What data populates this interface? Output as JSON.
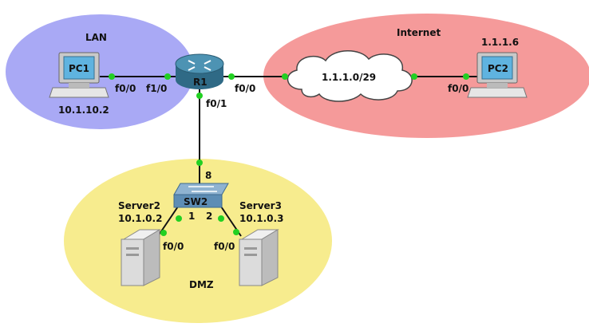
{
  "zones": {
    "lan": {
      "label": "LAN",
      "color": "#a9a9f5"
    },
    "internet": {
      "label": "Internet",
      "color": "#f59a9a"
    },
    "dmz": {
      "label": "DMZ",
      "color": "#f7ec8e"
    }
  },
  "devices": {
    "pc1": {
      "name": "PC1",
      "ip": "10.1.10.2",
      "iface": "f0/0"
    },
    "pc2": {
      "name": "PC2",
      "ip": "1.1.1.6",
      "iface": "f0/0"
    },
    "r1": {
      "name": "R1",
      "iface_lan": "f1/0",
      "iface_wan": "f0/0",
      "iface_dmz": "f0/1"
    },
    "cloud": {
      "label": "1.1.1.0/29"
    },
    "sw2": {
      "name": "SW2",
      "port_uplink": "8",
      "port_server2": "1",
      "port_server3": "2"
    },
    "server2": {
      "name": "Server2",
      "ip": "10.1.0.2",
      "iface": "f0/0"
    },
    "server3": {
      "name": "Server3",
      "ip": "10.1.0.3",
      "iface": "f0/0"
    }
  },
  "colors": {
    "link": "#111111",
    "port_dot": "#22d022",
    "router_body": "#3f7f9c",
    "switch_body": "#5d8db5",
    "pc_screen": "#5fb3e0",
    "server_body": "#dcdcdc"
  }
}
